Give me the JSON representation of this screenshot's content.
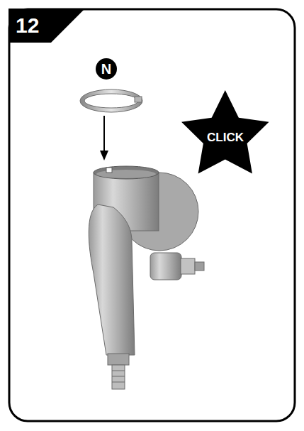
{
  "diagram": {
    "nodes": [
      {
        "text": [
          "12"
        ]
      },
      {
        "text": [
          "N"
        ]
      },
      {
        "text": [
          "CLICK"
        ]
      }
    ]
  }
}
